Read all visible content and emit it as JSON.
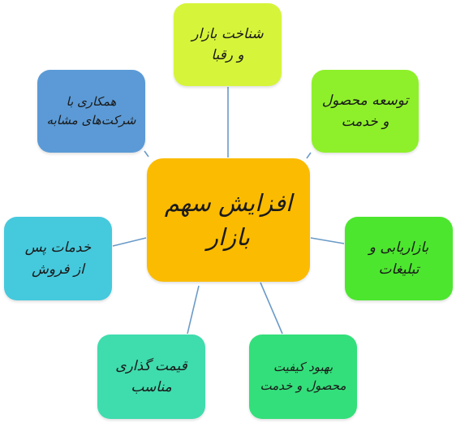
{
  "diagram": {
    "center": {
      "lines": [
        "افزایش سهم",
        "بازار"
      ],
      "color": "#fbbb00"
    },
    "nodes": [
      {
        "id": "market-rivals",
        "lines": [
          "شناخت بازار",
          "و رقبا"
        ],
        "color": "#d6f53a"
      },
      {
        "id": "product-development",
        "lines": [
          "توسعه محصول",
          "و خدمت"
        ],
        "color": "#8ef02a"
      },
      {
        "id": "marketing-advertising",
        "lines": [
          "بازاریابی و",
          "تبلیغات"
        ],
        "color": "#4ce62e"
      },
      {
        "id": "quality-improvement",
        "lines": [
          "بهبود کیفیت",
          "محصول و خدمت"
        ],
        "color": "#33df7a"
      },
      {
        "id": "pricing",
        "lines": [
          "قیمت گذاری",
          "مناسب"
        ],
        "color": "#3fdcad"
      },
      {
        "id": "after-sales",
        "lines": [
          "خدمات پس",
          "از فروش"
        ],
        "color": "#45c9dd"
      },
      {
        "id": "partnership",
        "lines": [
          "همکاری با",
          "شرکت‌های مشابه"
        ],
        "color": "#5b9ad6"
      }
    ],
    "connector_color": "#6a9ac8"
  }
}
